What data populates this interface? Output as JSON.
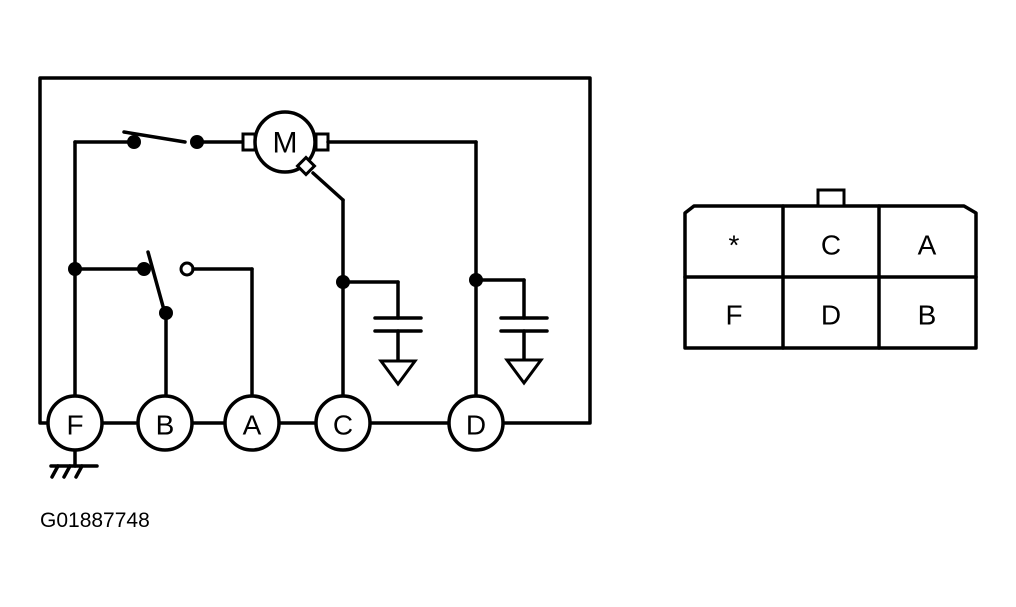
{
  "schematic": {
    "motor_label": "M",
    "terminals": [
      {
        "id": "F",
        "label": "F"
      },
      {
        "id": "B",
        "label": "B"
      },
      {
        "id": "A",
        "label": "A"
      },
      {
        "id": "C",
        "label": "C"
      },
      {
        "id": "D",
        "label": "D"
      }
    ]
  },
  "connector": {
    "rows": [
      [
        "*",
        "C",
        "A"
      ],
      [
        "F",
        "D",
        "B"
      ]
    ]
  },
  "figure_code": "G01887748"
}
